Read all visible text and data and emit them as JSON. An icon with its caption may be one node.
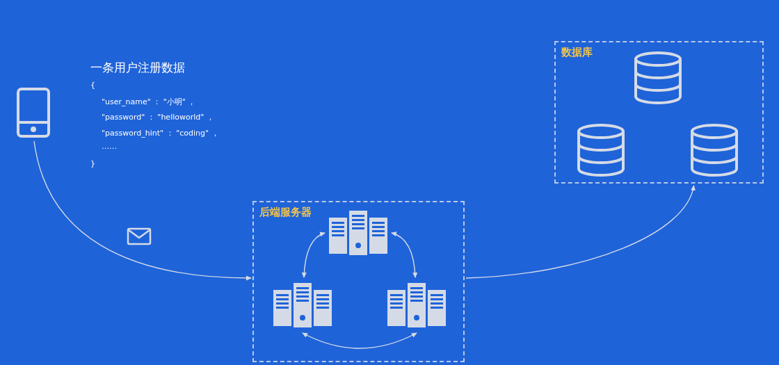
{
  "diagram": {
    "nodes": [
      {
        "text": [],
        "shape": "phone"
      },
      {
        "text": [
          "后端服务器"
        ]
      },
      {
        "text": [],
        "shape": "server",
        "in": 1
      },
      {
        "text": [],
        "shape": "server",
        "in": 1
      },
      {
        "text": [],
        "shape": "server",
        "in": 1
      },
      {
        "text": [
          "数据库"
        ]
      },
      {
        "text": [],
        "shape": "cylinder",
        "in": 5
      },
      {
        "text": [],
        "shape": "cylinder",
        "in": 5
      },
      {
        "text": [],
        "shape": "cylinder",
        "in": 5
      }
    ],
    "edges": [
      {
        "from": 0,
        "to": 1,
        "arrow": "to"
      },
      {
        "from": 2,
        "to": 3,
        "arrow": "both"
      },
      {
        "from": 2,
        "to": 4,
        "arrow": "both"
      },
      {
        "from": 3,
        "to": 4,
        "arrow": "both"
      },
      {
        "from": 1,
        "to": 5,
        "arrow": "to"
      }
    ],
    "labels": [
      "一条用户注册数据",
      "{",
      "\"user_name\" ： \"小明\" ，",
      "\"password\" ： \"helloworld\" ，",
      "\"password_hint\" ： \"coding\" ，",
      "……",
      "}"
    ]
  }
}
